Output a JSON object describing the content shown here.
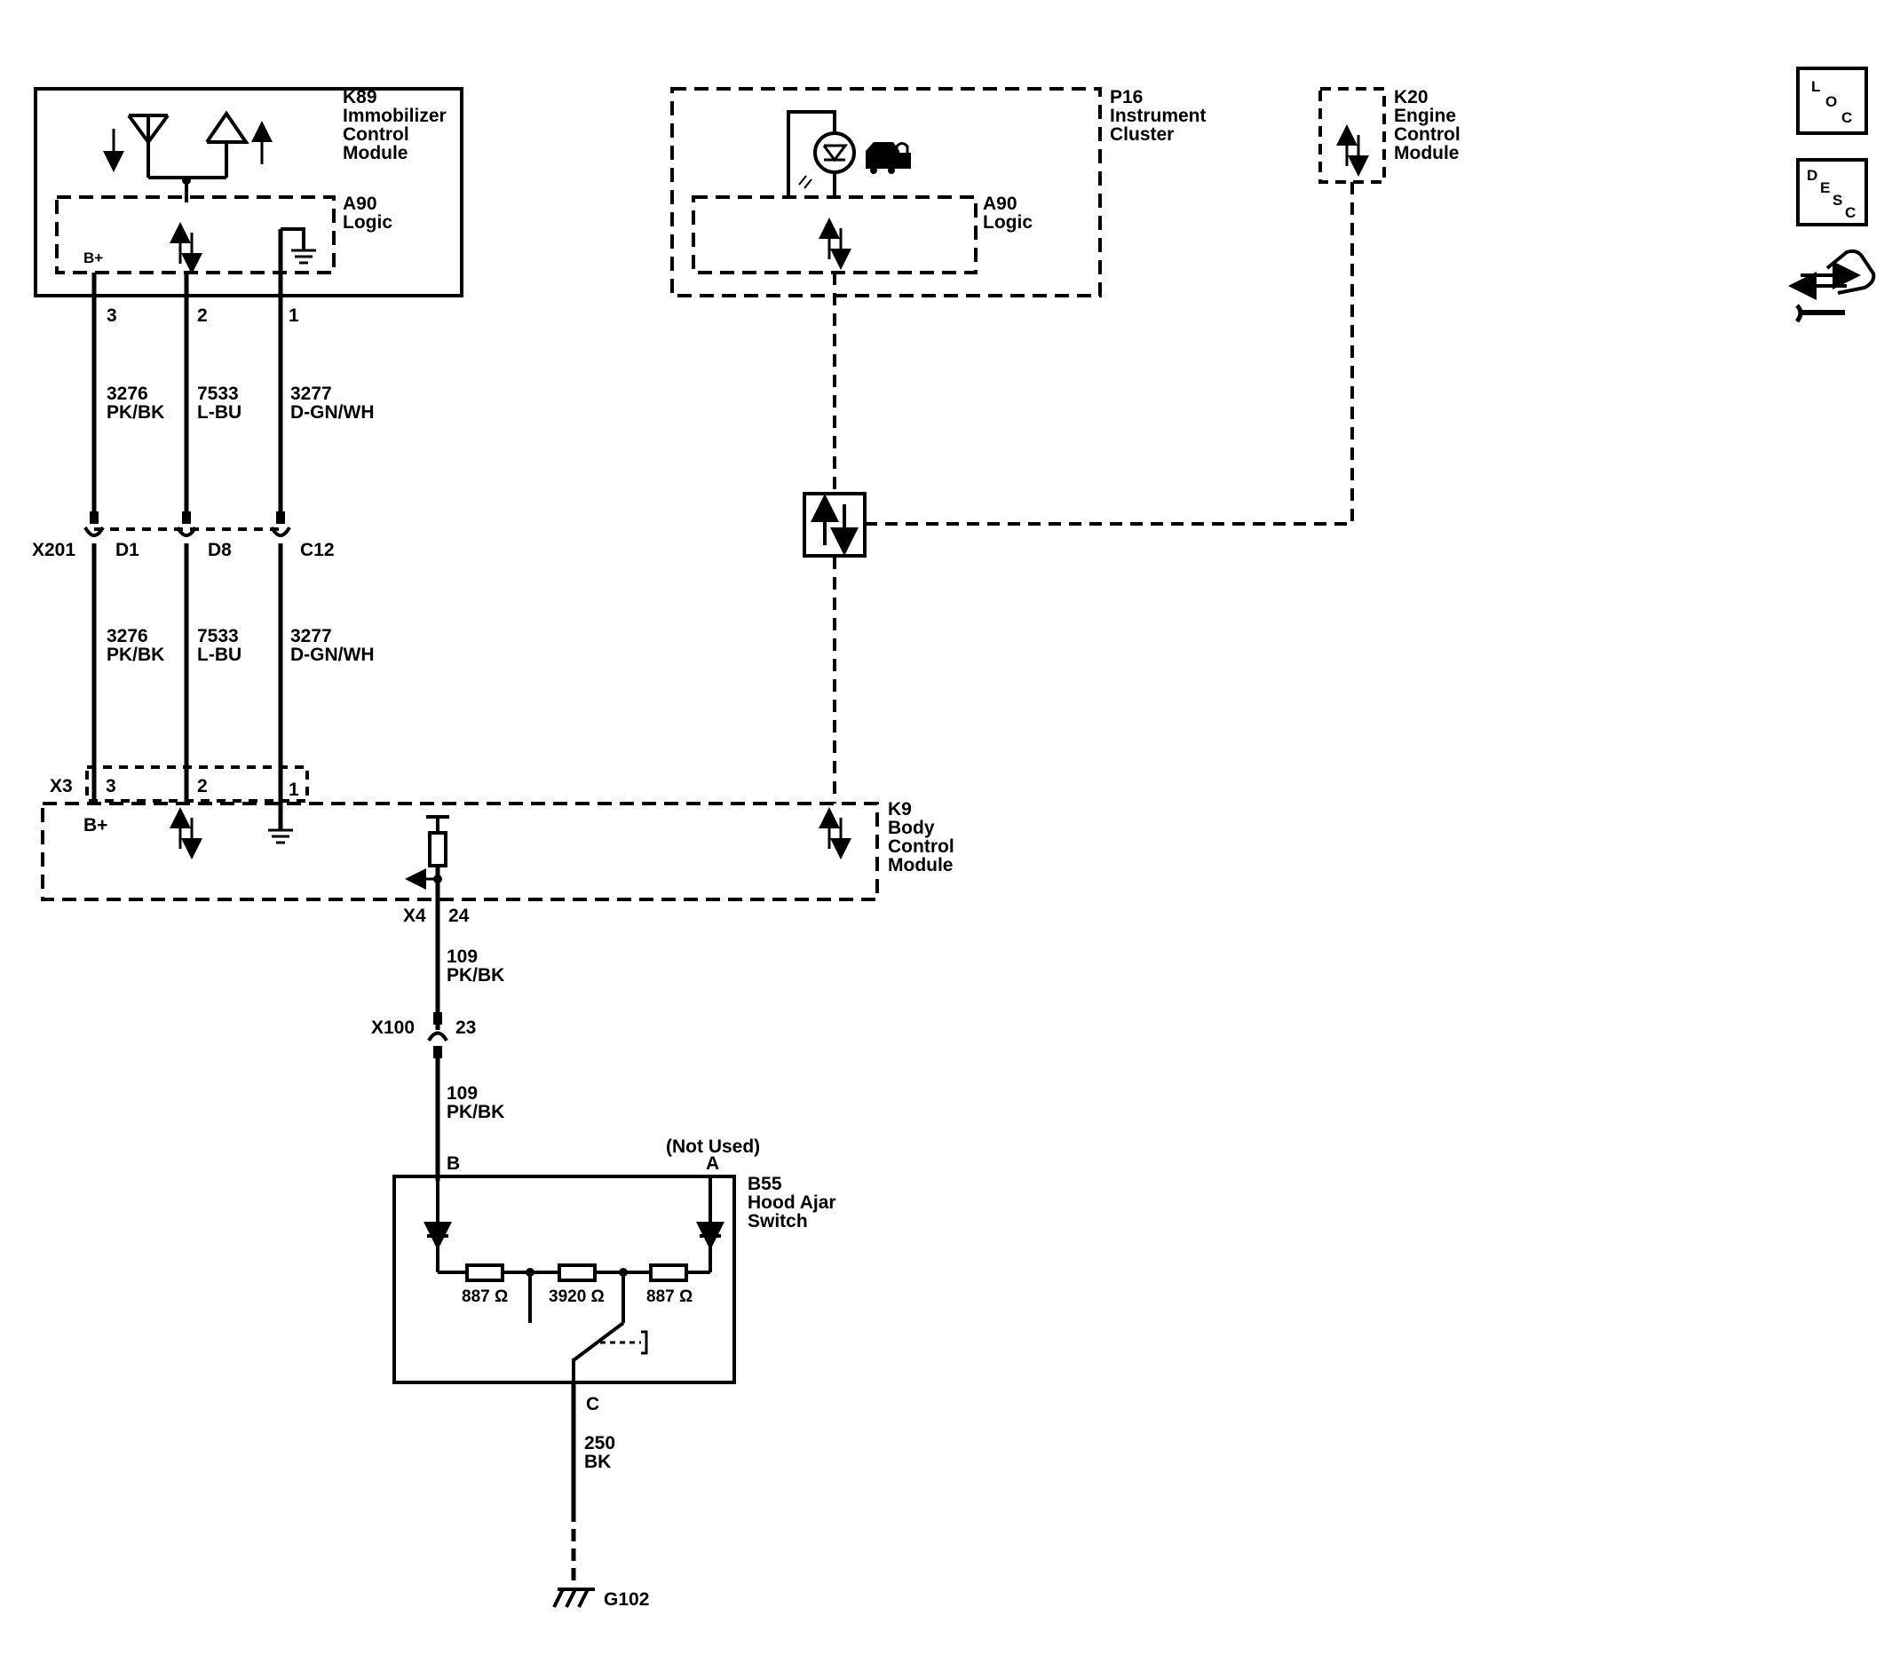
{
  "modules": {
    "k89": {
      "id": "K89",
      "name_line1": "Immobilizer",
      "name_line2": "Control",
      "name_line3": "Module"
    },
    "k89_logic": {
      "id": "A90",
      "name": "Logic",
      "bplus": "B+"
    },
    "p16": {
      "id": "P16",
      "name_line1": "Instrument",
      "name_line2": "Cluster"
    },
    "p16_logic": {
      "id": "A90",
      "name": "Logic"
    },
    "k20": {
      "id": "K20",
      "name_line1": "Engine",
      "name_line2": "Control",
      "name_line3": "Module"
    },
    "k9": {
      "id": "K9",
      "name_line1": "Body",
      "name_line2": "Control",
      "name_line3": "Module",
      "bplus": "B+"
    },
    "b55": {
      "id": "B55",
      "name_line1": "Hood Ajar",
      "name_line2": "Switch",
      "not_used": "(Not Used)"
    }
  },
  "pins": {
    "k89_3": "3",
    "k89_2": "2",
    "k89_1": "1",
    "x3_3": "3",
    "x3_2": "2",
    "x3_1": "1",
    "x4_24": "24",
    "x100_23": "23",
    "b55_b": "B",
    "b55_a": "A",
    "b55_c": "C",
    "x201_d1": "D1",
    "x201_d8": "D8",
    "x201_c12": "C12"
  },
  "connectors": {
    "x201": "X201",
    "x3": "X3",
    "x4": "X4",
    "x100": "X100"
  },
  "wires": {
    "w3276_circuit": "3276",
    "w3276_color": "PK/BK",
    "w7533_circuit": "7533",
    "w7533_color": "L-BU",
    "w3277_circuit": "3277",
    "w3277_color": "D-GN/WH",
    "w109_circuit": "109",
    "w109_color": "PK/BK",
    "w250_circuit": "250",
    "w250_color": "BK"
  },
  "resistors": {
    "r1": "887 Ω",
    "r2": "3920 Ω",
    "r3": "887 Ω"
  },
  "ground": {
    "id": "G102"
  },
  "side_icons": {
    "loc": {
      "l1": "L",
      "l2": "O",
      "l3": "C"
    },
    "desc": {
      "l1": "D",
      "l2": "E",
      "l3": "S",
      "l4": "C"
    }
  }
}
